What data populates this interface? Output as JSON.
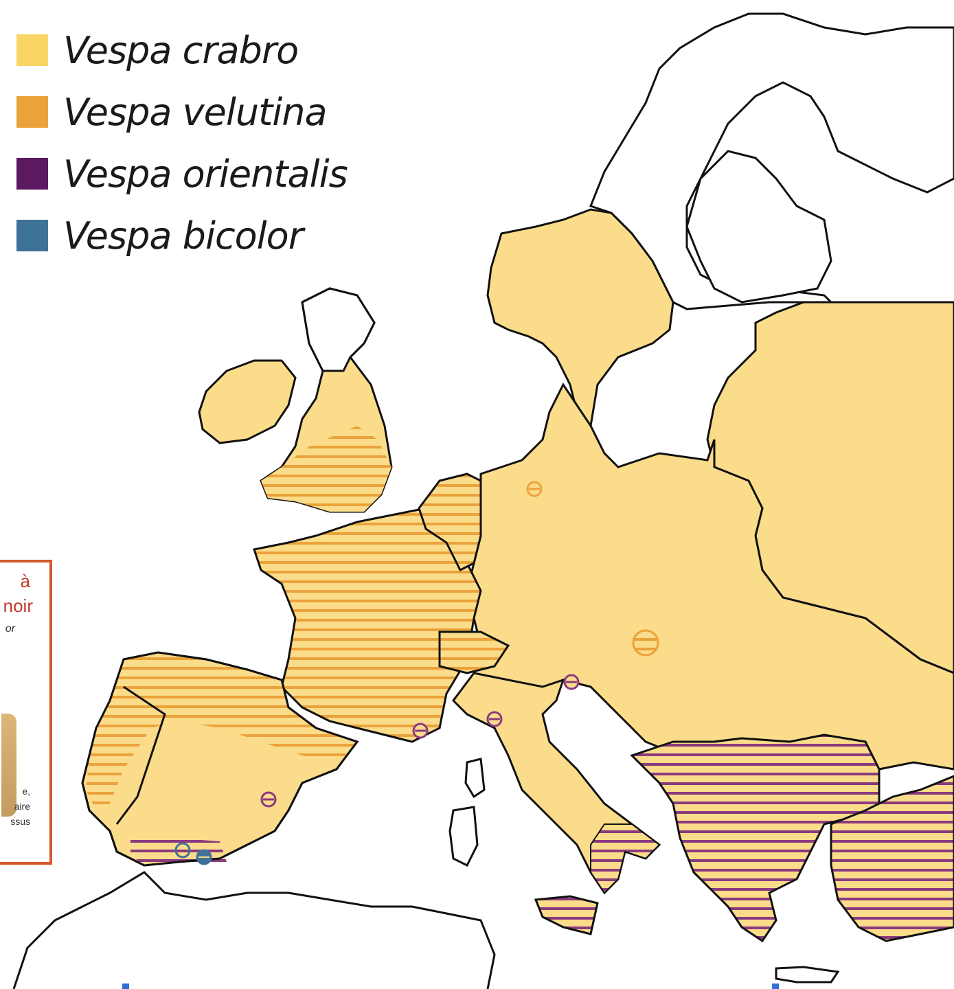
{
  "legend": {
    "items": [
      {
        "label": "Vespa crabro",
        "color": "#f9d566"
      },
      {
        "label": "Vespa velutina",
        "color": "#eca23b"
      },
      {
        "label": "Vespa orientalis",
        "color": "#5b1a60"
      },
      {
        "label": "Vespa bicolor",
        "color": "#3f7297"
      }
    ]
  },
  "inset": {
    "line1": "à",
    "line2": "noir",
    "line3": "or",
    "lines_small": [
      "e,",
      "aire",
      "ssus"
    ],
    "border_color": "#d4582b"
  },
  "colors": {
    "land": "#fadc8a",
    "outline": "#111111",
    "sea": "#ffffff"
  }
}
